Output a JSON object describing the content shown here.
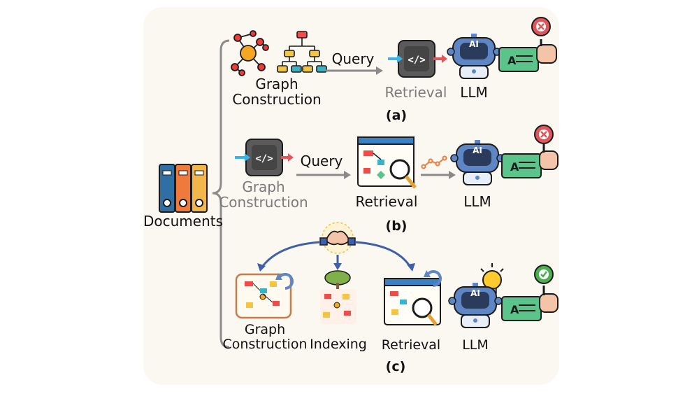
{
  "documents": {
    "label": "Documents"
  },
  "panel_a": {
    "caption": "(a)",
    "graph_label_1": "Graph",
    "graph_label_2": "Construction",
    "query_label": "Query",
    "retrieval_label": "Retrieval",
    "llm_label": "LLM",
    "result": "fail",
    "answer_letter": "A"
  },
  "panel_b": {
    "caption": "(b)",
    "graph_label_1": "Graph",
    "graph_label_2": "Construction",
    "query_label": "Query",
    "retrieval_label": "Retrieval",
    "llm_label": "LLM",
    "result": "fail",
    "answer_letter": "A"
  },
  "panel_c": {
    "caption": "(c)",
    "graph_label_1": "Graph",
    "graph_label_2": "Construction",
    "indexing_label": "Indexing",
    "retrieval_label": "Retrieval",
    "llm_label": "LLM",
    "result": "success",
    "answer_letter": "A"
  },
  "robot": {
    "badge": "AI"
  },
  "colors": {
    "background": "#fbf8f1",
    "bracket": "#8c8c8c",
    "arrow_grey": "#8a8a8a",
    "arrow_blue": "#3f5fa8",
    "fail_red": "#e0565b",
    "success_green": "#4caf50",
    "answer_green": "#5cc48a",
    "robot_blue": "#5f86c4",
    "folder_blue": "#2f6fa3",
    "folder_orange": "#ef7a3b",
    "folder_yellow": "#f3b64a",
    "graph_orange": "#ee6a2f",
    "bulb_yellow": "#ffc930"
  },
  "icons": [
    "documents-folders-icon",
    "knowledge-graph-icon",
    "hierarchy-tree-icon",
    "code-chip-icon",
    "retrieval-window-icon",
    "robot-llm-icon",
    "answer-card-icon",
    "fail-x-badge-icon",
    "success-check-badge-icon",
    "handshake-icon",
    "tree-icon",
    "refresh-icon",
    "lightbulb-icon",
    "trend-line-icon"
  ]
}
